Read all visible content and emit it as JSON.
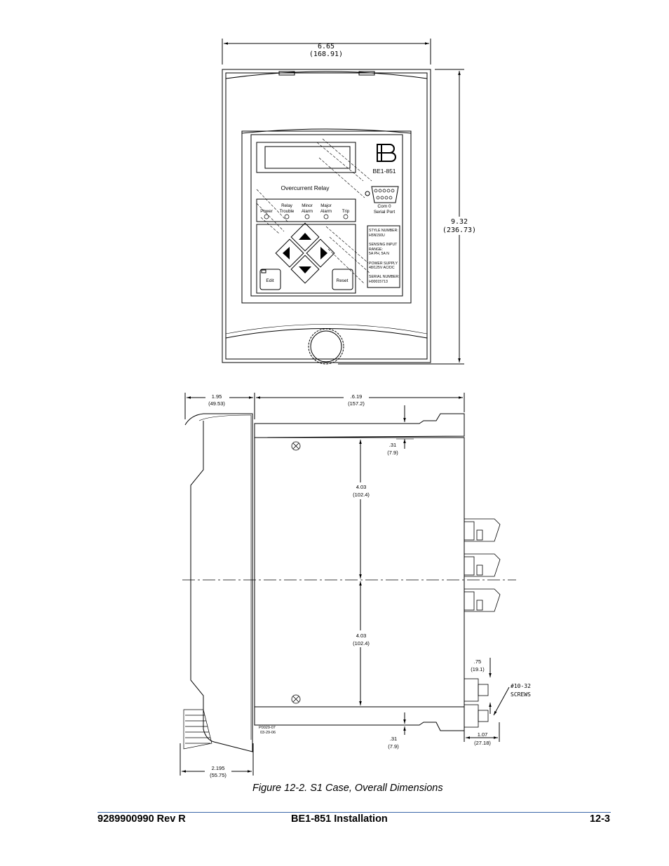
{
  "front_view": {
    "width_in": "6.65",
    "width_mm": "(168.91)",
    "height_in": "9.32",
    "height_mm": "(236.73)",
    "model": "BE1-851",
    "title": "Overcurrent Relay",
    "leds": [
      "Power",
      "Relay\nTrouble",
      "Minor\nAlarm",
      "Major\nAlarm",
      "Trip"
    ],
    "com_port": [
      "Com 0",
      "Serial Port"
    ],
    "edit": "Edit",
    "reset": "Reset",
    "info": [
      "STYLE NUMBER:",
      "H5N150U",
      "SENSING INPUT",
      "RANGE:",
      "5A PH, 5A N",
      "POWER SUPPLY",
      "48/125V AC/DC",
      "SERIAL NUMBER:",
      "H00015713"
    ]
  },
  "side_view": {
    "front_depth_in": "1.95",
    "front_depth_mm": "(49.53)",
    "case_depth_in": ".6.19",
    "case_depth_mm": "(157.2)",
    "top_offset_in": ".31",
    "top_offset_mm": "(7.9)",
    "upper_half_in": "4.03",
    "upper_half_mm": "(102.4)",
    "lower_half_in": "4.03",
    "lower_half_mm": "(102.4)",
    "terminal_in": ".75",
    "terminal_mm": "(19.1)",
    "screws_1": "#10-32",
    "screws_2": "SCREWS",
    "bottom_offset_in": ".31",
    "bottom_offset_mm": "(7.9)",
    "rear_in": "1.07",
    "rear_mm": "(27.18)",
    "knob_in": "2.195",
    "knob_mm": "(55.75)",
    "drawing_no": "P0029-07",
    "drawing_date": "03-29-06"
  },
  "caption": "Figure 12-2. S1 Case, Overall Dimensions",
  "footer": {
    "left": "9289900990 Rev R",
    "center": "BE1-851 Installation",
    "right": "12-3"
  }
}
